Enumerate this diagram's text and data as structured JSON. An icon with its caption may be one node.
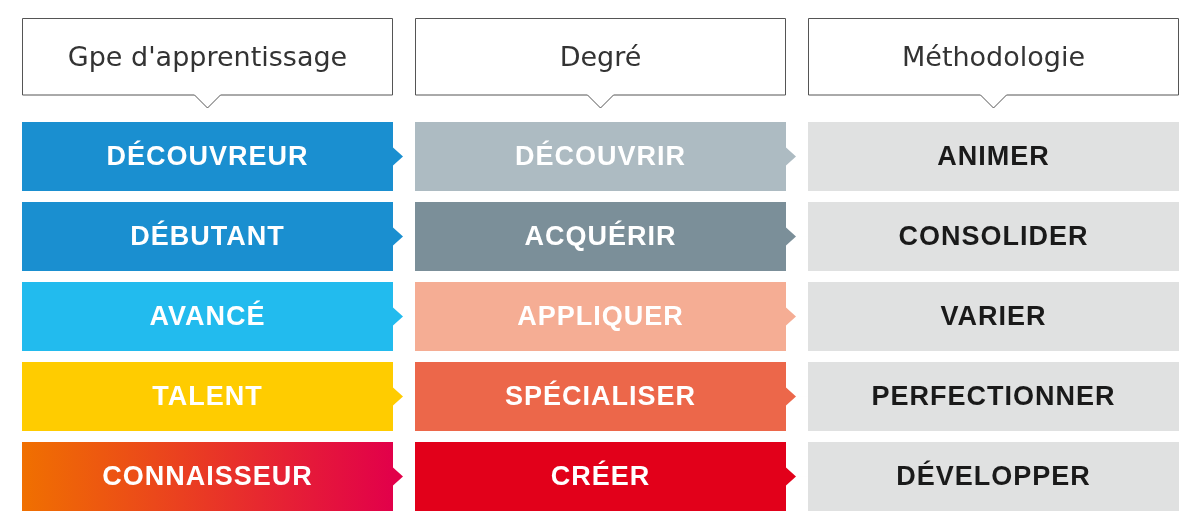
{
  "diagram": {
    "nodes": [
      {
        "text": [
          "Gpe d'apprentissage"
        ]
      },
      {
        "text": [
          "Degré"
        ]
      },
      {
        "text": [
          "Méthodologie"
        ]
      },
      {
        "text": [
          "DÉCOUVREUR"
        ]
      },
      {
        "text": [
          "DÉCOUVRIR"
        ]
      },
      {
        "text": [
          "ANIMER"
        ]
      },
      {
        "text": [
          "DÉBUTANT"
        ]
      },
      {
        "text": [
          "ACQUÉRIR"
        ]
      },
      {
        "text": [
          "CONSOLIDER"
        ]
      },
      {
        "text": [
          "AVANCÉ"
        ]
      },
      {
        "text": [
          "APPLIQUER"
        ]
      },
      {
        "text": [
          "VARIER"
        ]
      },
      {
        "text": [
          "TALENT"
        ]
      },
      {
        "text": [
          "SPÉCIALISER"
        ]
      },
      {
        "text": [
          "PERFECTIONNER"
        ]
      },
      {
        "text": [
          "CONNAISSEUR"
        ]
      },
      {
        "text": [
          "CRÉER"
        ]
      },
      {
        "text": [
          "DÉVELOPPER"
        ]
      }
    ],
    "edges": [
      {
        "from": 3,
        "to": 4,
        "arrow": "to",
        "color": "#1a8fd0"
      },
      {
        "from": 4,
        "to": 5,
        "arrow": "to",
        "color": "#adbbc2"
      },
      {
        "from": 6,
        "to": 7,
        "arrow": "to",
        "color": "#1a8fd0"
      },
      {
        "from": 7,
        "to": 8,
        "arrow": "to",
        "color": "#7b8f99"
      },
      {
        "from": 9,
        "to": 10,
        "arrow": "to",
        "color": "#22bbee"
      },
      {
        "from": 10,
        "to": 11,
        "arrow": "to",
        "color": "#f5ad94"
      },
      {
        "from": 12,
        "to": 13,
        "arrow": "to",
        "color": "#ffcc00"
      },
      {
        "from": 13,
        "to": 14,
        "arrow": "to",
        "color": "#ec674a"
      },
      {
        "from": 15,
        "to": 16,
        "arrow": "to",
        "color": "#e2004a"
      },
      {
        "from": 16,
        "to": 17,
        "arrow": "to",
        "color": "#e2001a"
      }
    ]
  }
}
